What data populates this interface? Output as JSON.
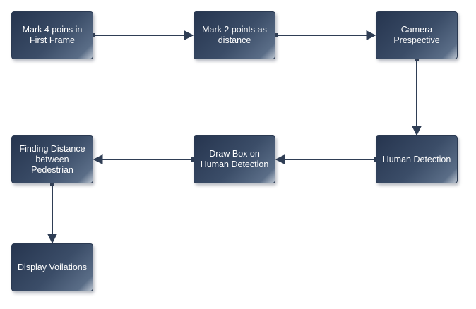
{
  "diagram": {
    "nodes": [
      {
        "id": "mark4",
        "label": "Mark 4 poins in First Frame"
      },
      {
        "id": "mark2",
        "label": "Mark 2 points as distance"
      },
      {
        "id": "camera",
        "label": "Camera Prespective"
      },
      {
        "id": "human",
        "label": "Human Detection"
      },
      {
        "id": "drawbox",
        "label": "Draw Box on Human Detection"
      },
      {
        "id": "finding",
        "label": "Finding Distance between Pedestrian"
      },
      {
        "id": "display",
        "label": "Display Voilations"
      }
    ],
    "edges": [
      {
        "from": "mark4",
        "to": "mark2"
      },
      {
        "from": "mark2",
        "to": "camera"
      },
      {
        "from": "camera",
        "to": "human"
      },
      {
        "from": "human",
        "to": "drawbox"
      },
      {
        "from": "drawbox",
        "to": "finding"
      },
      {
        "from": "finding",
        "to": "display"
      }
    ],
    "colors": {
      "node_dark": "#26354f",
      "node_light": "#b9c3cf",
      "connector": "#2f3e55"
    }
  }
}
